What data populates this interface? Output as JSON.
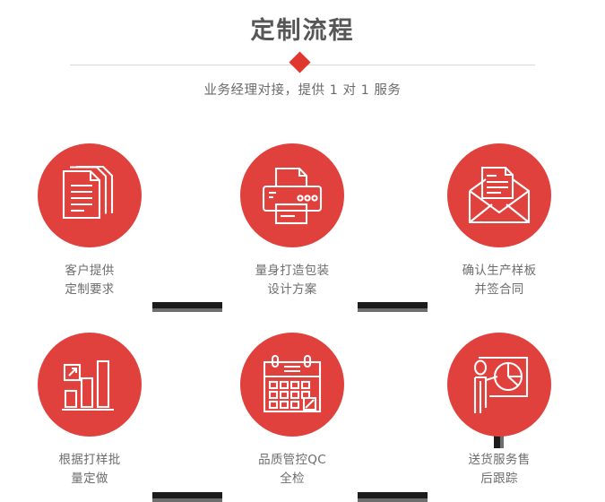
{
  "header": {
    "title": "定制流程",
    "subtitle": "业务经理对接，提供 1 对 1 服务",
    "accent_color": "#e0372f",
    "title_color": "#575757",
    "rule_color": "#d8d8d8",
    "diamond_icon": "diamond-marker-icon"
  },
  "theme": {
    "circle_red": "#e0413c",
    "connector_dark": "#1c1c1c",
    "connector_shadow": "#6e6e6e",
    "caption_color": "#6d6d6d",
    "background": "#ffffff"
  },
  "flow": {
    "steps": [
      {
        "index": 1,
        "icon": "stacked-documents-icon",
        "caption": "客户提供\n定制要求"
      },
      {
        "index": 2,
        "icon": "printer-icon",
        "caption": "量身打造包装\n设计方案"
      },
      {
        "index": 3,
        "icon": "envelope-letter-icon",
        "caption": "确认生产样板\n并签合同"
      },
      {
        "index": 4,
        "icon": "bar-chart-growth-icon",
        "caption": "根据打样批\n量定做"
      },
      {
        "index": 5,
        "icon": "calendar-icon",
        "caption": "品质管控QC\n全检"
      },
      {
        "index": 6,
        "icon": "presenter-pie-chart-icon",
        "caption": "送货服务售\n后跟踪"
      }
    ],
    "connectors": [
      {
        "name": "connector-step1-step2",
        "orientation": "horizontal"
      },
      {
        "name": "connector-step2-step3",
        "orientation": "horizontal"
      },
      {
        "name": "connector-step3-step6",
        "orientation": "vertical"
      },
      {
        "name": "connector-step4-step5",
        "orientation": "horizontal"
      },
      {
        "name": "connector-step5-step6",
        "orientation": "horizontal"
      }
    ]
  }
}
